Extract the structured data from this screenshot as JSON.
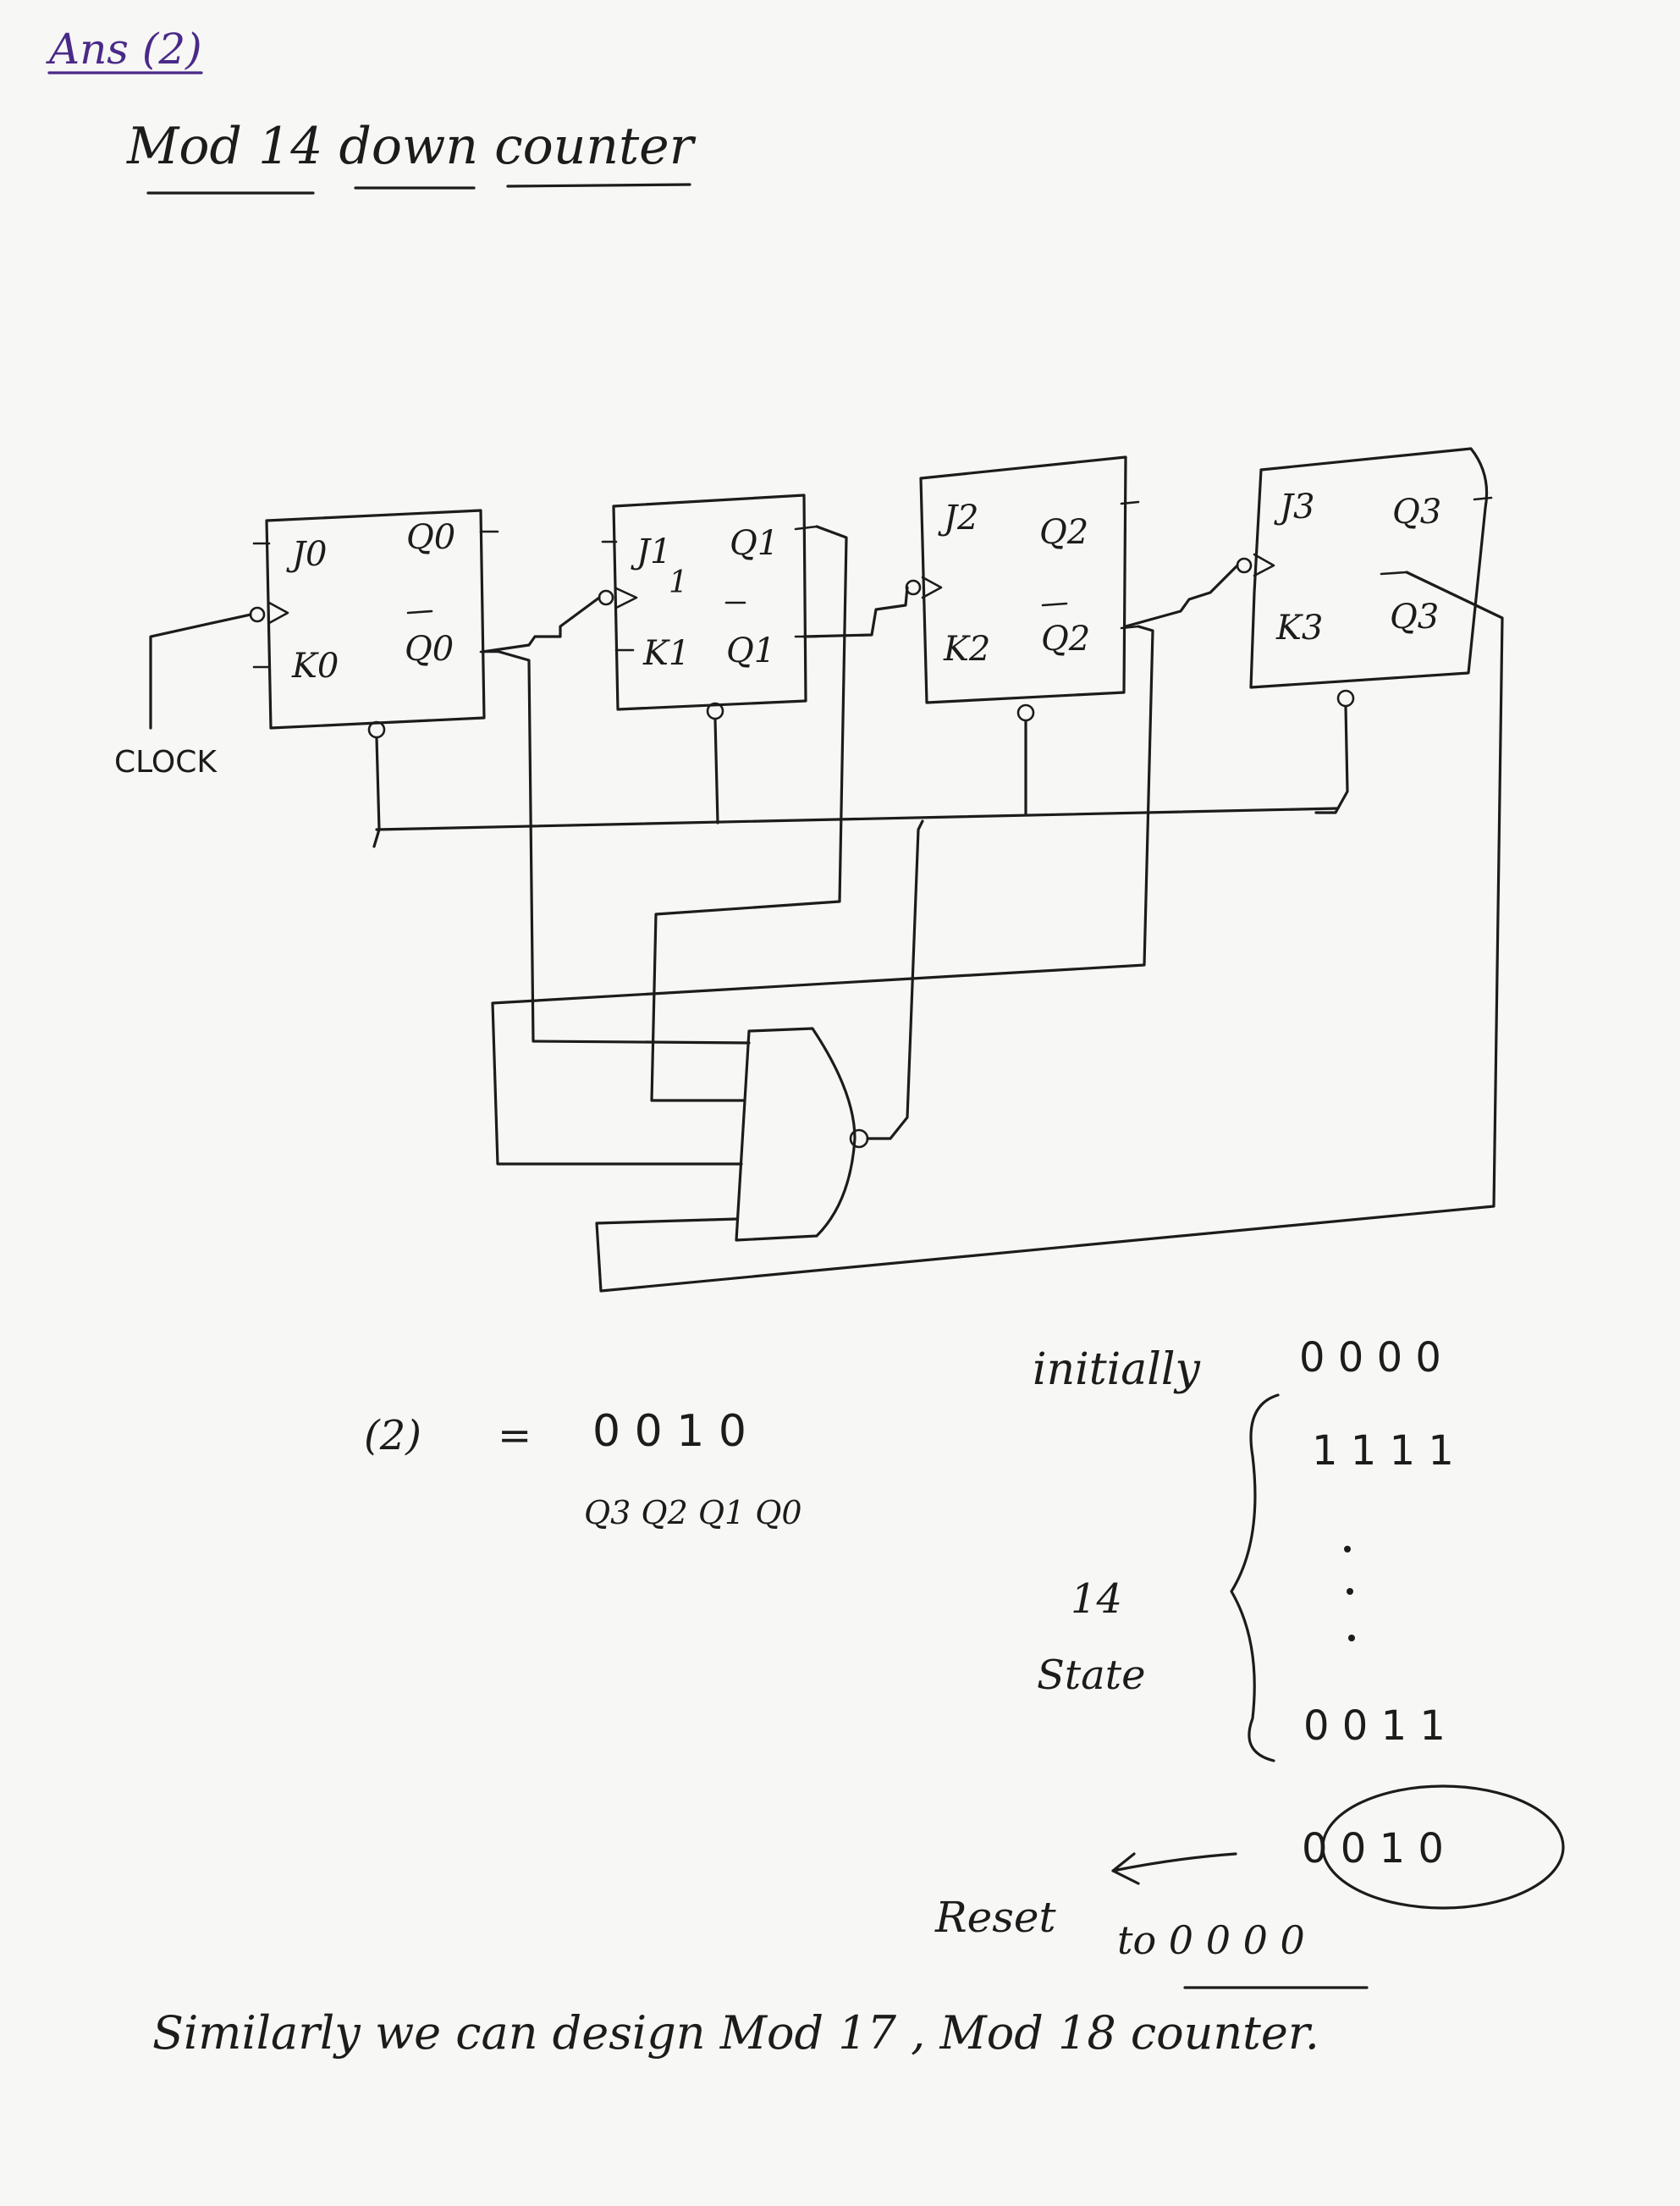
{
  "header": {
    "answer_label": "Ans (2)",
    "title": "Mod 14 down counter"
  },
  "circuit": {
    "clock_label": "CLOCK",
    "ff0": {
      "j": "J0",
      "k": "K0",
      "q": "Q0",
      "qbar": "Q0"
    },
    "ff1": {
      "j": "J1",
      "k": "K1",
      "q": "Q1",
      "qbar": "Q1",
      "j_value": "1"
    },
    "ff2": {
      "j": "J2",
      "k": "K2",
      "q": "Q2",
      "qbar": "Q2"
    },
    "ff3": {
      "j": "J3",
      "k": "K3",
      "q": "Q3",
      "qbar": "Q3"
    }
  },
  "states": {
    "initially_label": "initially",
    "initial_state": "0 0 0 0",
    "second_state": "1 1 1 1",
    "count_label": "14",
    "state_word": "State",
    "last_state": "0 0 1 1",
    "reset_state": "0 0 1 0",
    "reset_label": "Reset",
    "reset_target": "to 0 0 0 0"
  },
  "equation": {
    "lhs": "(2)",
    "eq": "=",
    "bits": "0 0 1 0",
    "vars": "Q3 Q2 Q1 Q0"
  },
  "footer": {
    "note": "Similarly we can design Mod 17 , Mod 18 counter."
  }
}
